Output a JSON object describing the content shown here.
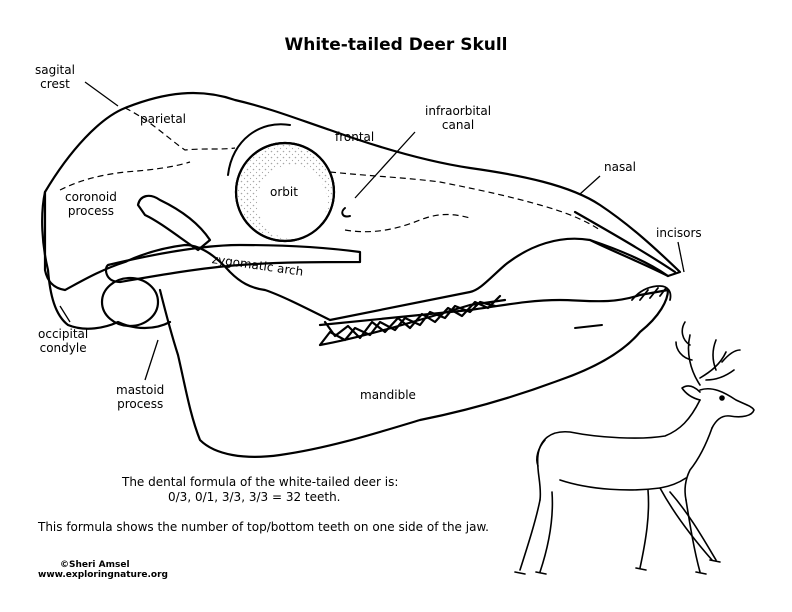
{
  "title": "White-tailed Deer Skull",
  "labels": {
    "sagital_crest": [
      "sagital",
      "crest"
    ],
    "parietal": "parietal",
    "frontal": "frontal",
    "infraorbital_canal": [
      "infraorbital",
      "canal"
    ],
    "nasal": "nasal",
    "incisors": "incisors",
    "coronoid_process": [
      "coronoid",
      "process"
    ],
    "orbit": "orbit",
    "zygomatic_arch": "zygomatic arch",
    "occipital_condyle": [
      "occipital",
      "condyle"
    ],
    "mastoid_process": [
      "mastoid",
      "process"
    ],
    "mandible": "mandible"
  },
  "notes": {
    "formula_intro": "The dental formula of the white-tailed deer is:",
    "formula": "0/3, 0/1, 3/3, 3/3 = 32 teeth.",
    "explanation": "This formula shows the number of top/bottom teeth on one side of the jaw."
  },
  "credits": {
    "author": "©Sheri Amsel",
    "website": "www.exploringnature.org"
  }
}
